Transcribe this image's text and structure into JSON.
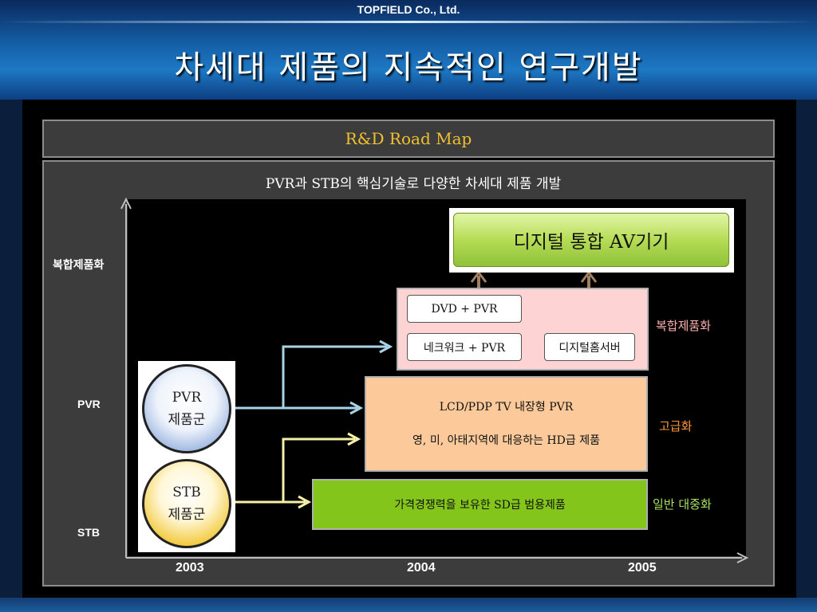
{
  "header": {
    "company": "TOPFIELD Co., Ltd.",
    "title": "차세대 제품의 지속적인 연구개발"
  },
  "roadmap": {
    "title": "R&D Road Map",
    "subtitle": "PVR과 STB의 핵심기술로 다양한 차세대 제품 개발"
  },
  "axes": {
    "y_labels": {
      "top": "복합제품화",
      "middle": "PVR",
      "bottom": "STB"
    },
    "x_labels": [
      "2003",
      "2004",
      "2005"
    ]
  },
  "groups": {
    "pvr": {
      "line1": "PVR",
      "line2": "제품군"
    },
    "stb": {
      "line1": "STB",
      "line2": "제품군"
    }
  },
  "products": {
    "av_device": "디지털 통합 AV기기",
    "dvd_pvr": "DVD + PVR",
    "network_pvr": "네크워크 + PVR",
    "home_server": "디지털홈서버",
    "lcd_line1": "LCD/PDP TV 내장형 PVR",
    "lcd_line2": "영, 미, 아태지역에 대응하는 HD급 제품",
    "sd_product": "가격경쟁력을 보유한 SD급 범용제품"
  },
  "stages": {
    "complex": "복합제품화",
    "premium": "고급화",
    "mass": "일반 대중화"
  },
  "colors": {
    "title_gold": "#f0c030",
    "stage_complex": "#ffb0b0",
    "stage_premium": "#ff9a3c",
    "stage_mass": "#a8e060",
    "arrow_pvr": "#a9d2e6",
    "arrow_stb": "#f6f0a8",
    "arrow_brown": "#8b5a2b"
  }
}
